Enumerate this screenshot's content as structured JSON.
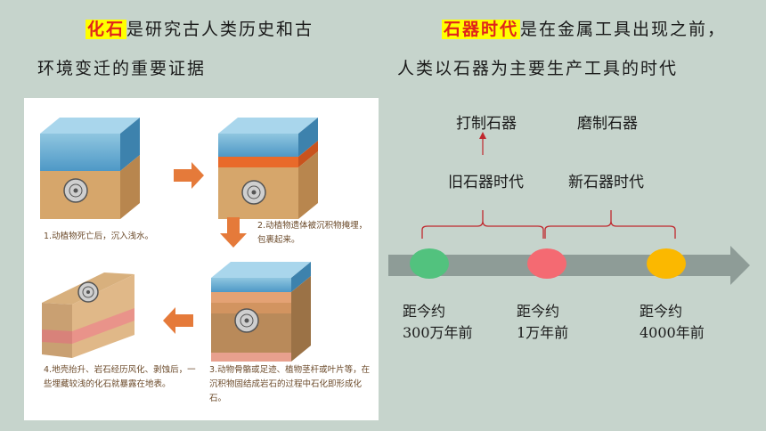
{
  "header": {
    "left": {
      "highlight": "化石",
      "rest": "是研究古人类历史和古",
      "line2": "环境变迁的重要证据"
    },
    "right": {
      "highlight": "石器时代",
      "rest": "是在金属工具出现之前，",
      "line2": "人类以石器为主要生产工具的时代"
    }
  },
  "fossil_steps": [
    "1.动植物死亡后，沉入浅水。",
    "2.动植物遗体被沉积物掩埋，包裹起来。",
    "3.动物骨骼或足迹、植物茎杆或叶片等，在沉积物固结成岩石的过程中石化即形成化石。",
    "4.地壳抬升、岩石经历风化、剥蚀后，一些埋藏较浅的化石就暴露在地表。"
  ],
  "timeline": {
    "tools": [
      "打制石器",
      "磨制石器"
    ],
    "eras": [
      "旧石器时代",
      "新石器时代"
    ],
    "points": [
      {
        "label1": "距今约",
        "label2": "300万年前",
        "color": "#52c27e"
      },
      {
        "label1": "距今约",
        "label2": "1万年前",
        "color": "#f46a72"
      },
      {
        "label1": "距今约",
        "label2": "4000年前",
        "color": "#fbb800"
      }
    ],
    "arrow_color": "#8e9c97",
    "bracket_color": "#c0272d"
  }
}
